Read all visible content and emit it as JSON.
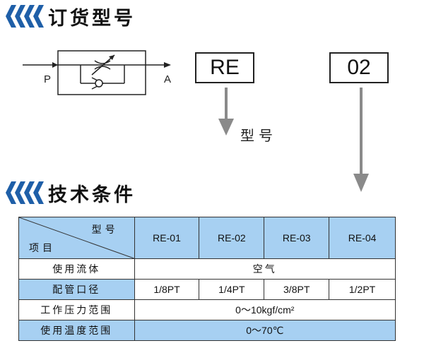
{
  "order_section": {
    "title": "订货型号"
  },
  "spec_section": {
    "title": "技术条件"
  },
  "symbol": {
    "port_in": "P",
    "port_out": "A"
  },
  "order_code": {
    "series": "RE",
    "size": "02",
    "series_caption": "型号"
  },
  "spec_table": {
    "header_corner_top": "型号",
    "header_corner_bottom": "项目",
    "models": [
      "RE-01",
      "RE-02",
      "RE-03",
      "RE-04"
    ],
    "rows": [
      {
        "label": "使用流体",
        "values": [
          "空气"
        ]
      },
      {
        "label": "配管口径",
        "values": [
          "1/8PT",
          "1/4PT",
          "3/8PT",
          "1/2PT"
        ]
      },
      {
        "label": "工作压力范围",
        "values": [
          "0～10kgf/cm²"
        ]
      },
      {
        "label": "使用温度范围",
        "values": [
          "0～70℃"
        ]
      }
    ]
  },
  "colors": {
    "accent_blue": "#1f5fa8",
    "table_blue": "#a7d0f2",
    "arrow_gray": "#8a8a8a"
  }
}
